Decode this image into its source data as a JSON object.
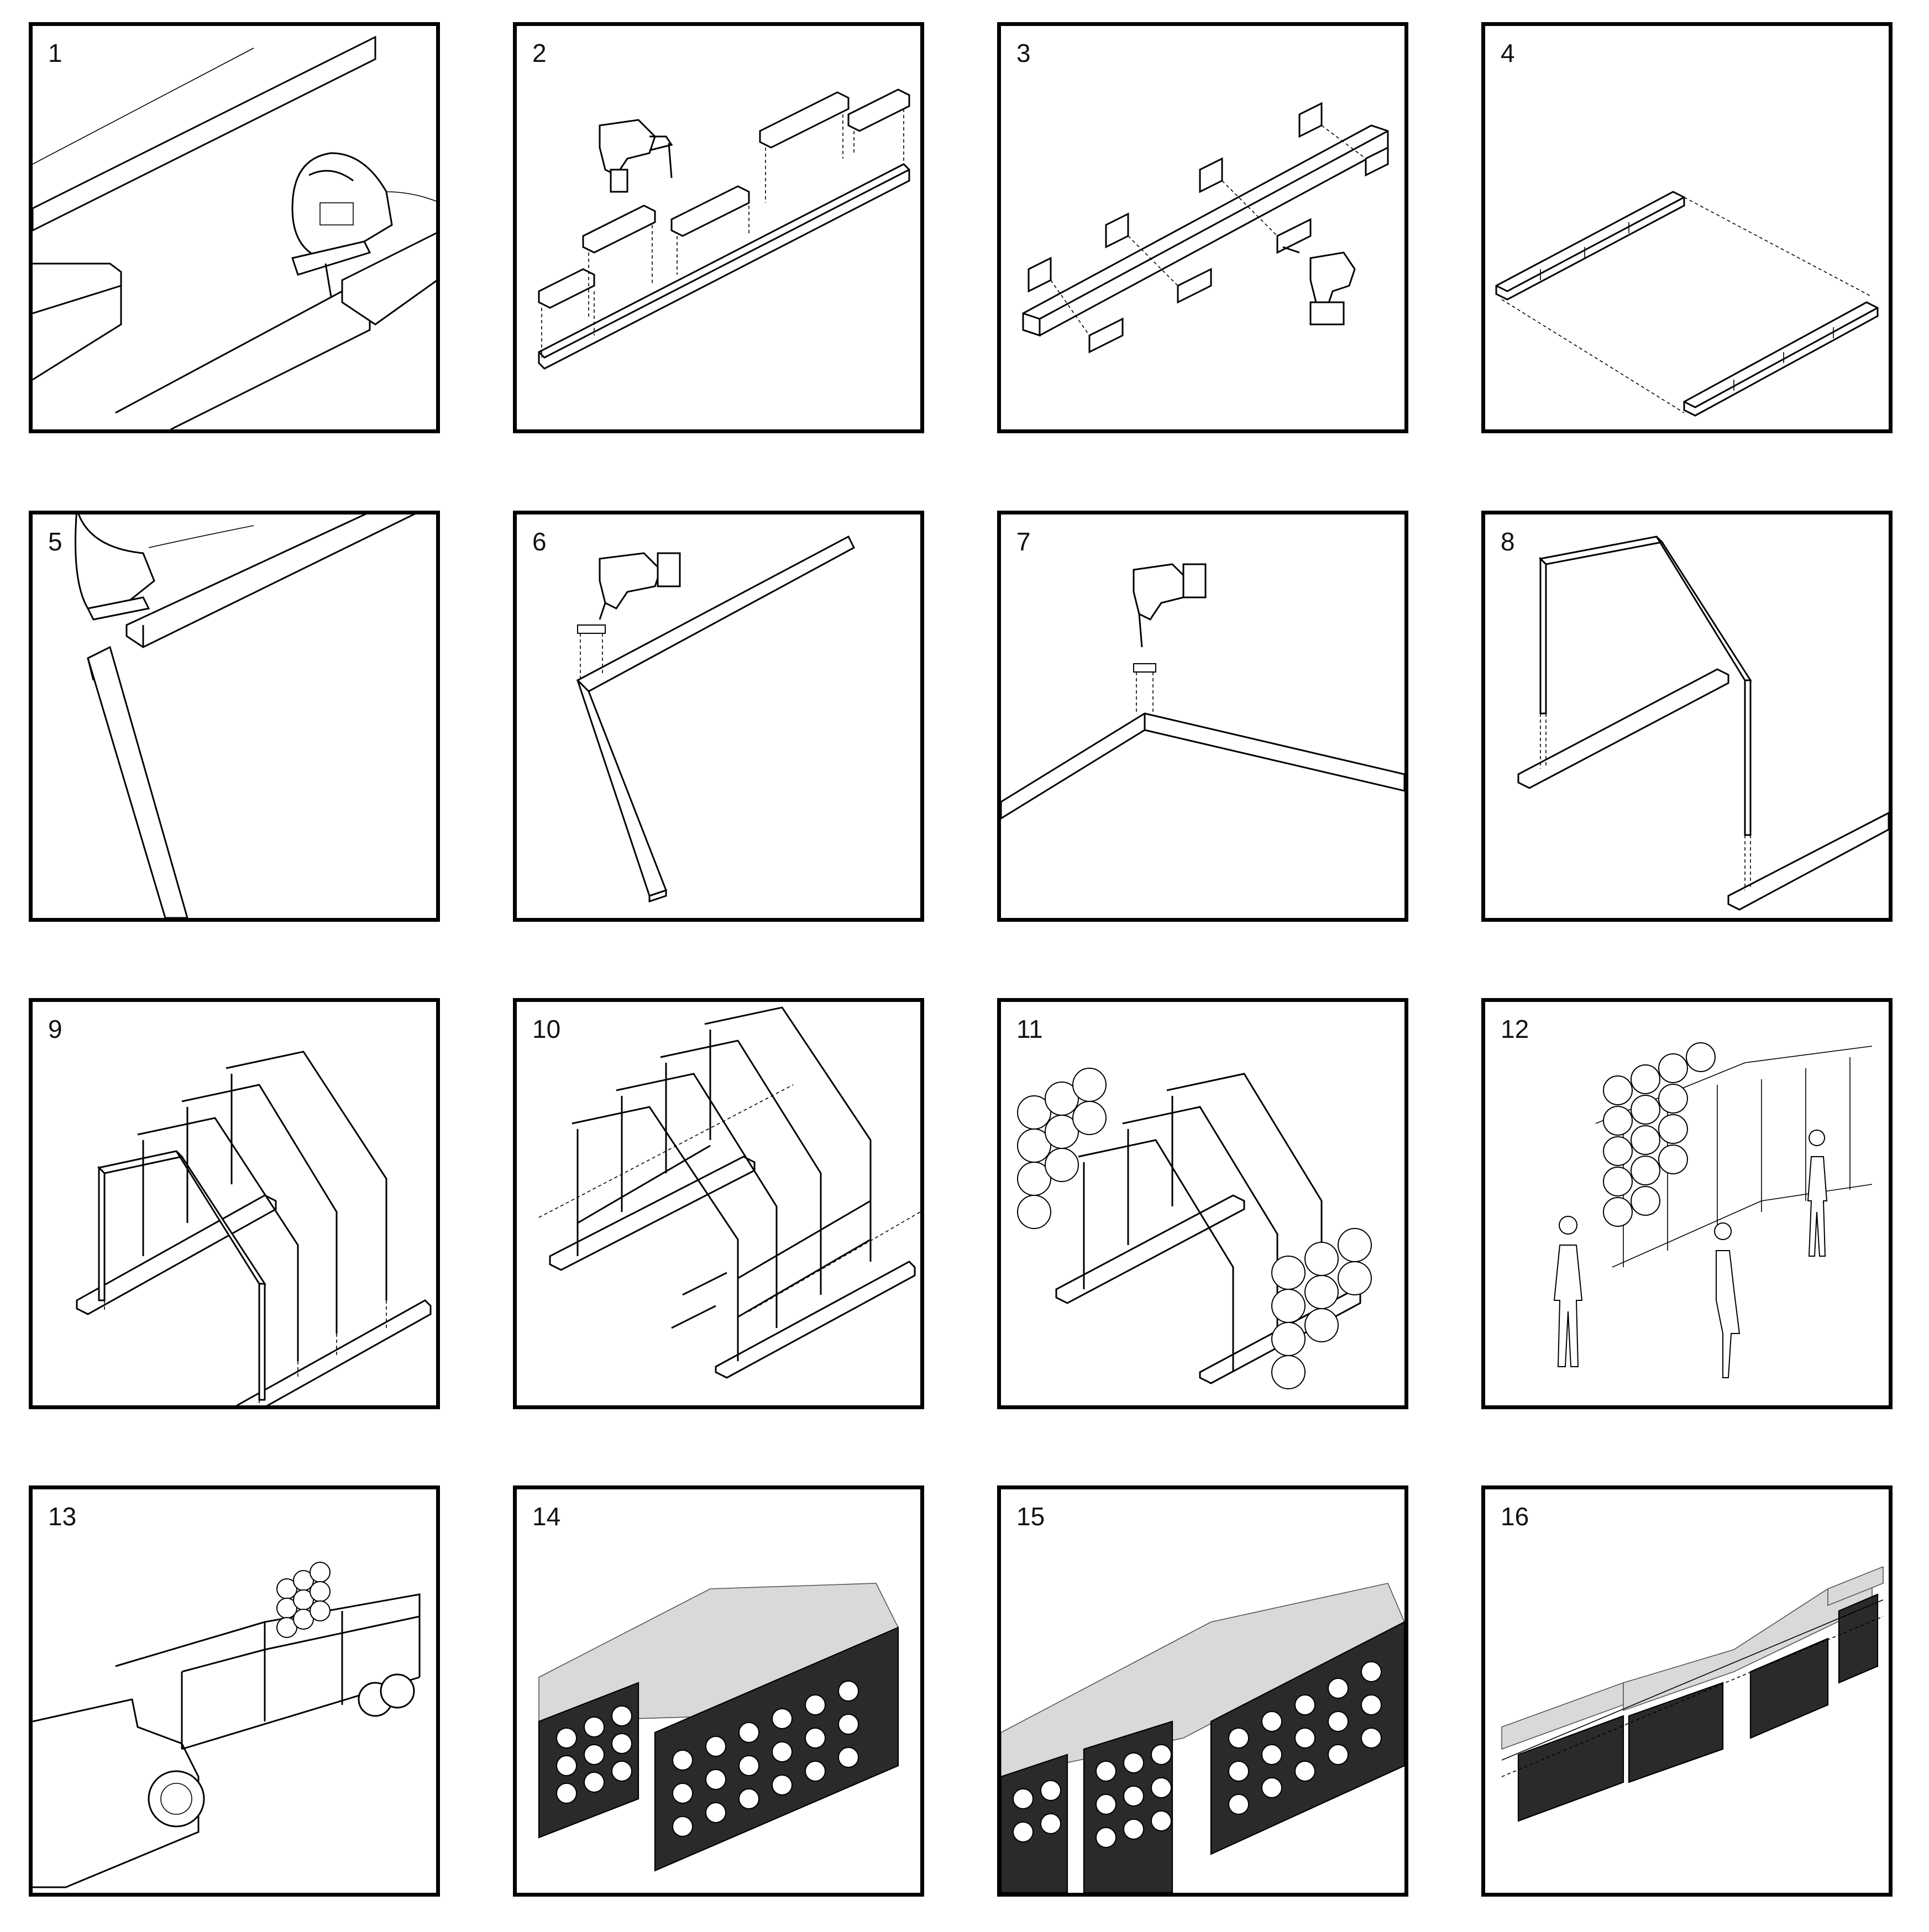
{
  "panels": [
    {
      "label": "1",
      "scene": "jigsaw-cutting-boards"
    },
    {
      "label": "2",
      "scene": "drill-blocks-onto-beam"
    },
    {
      "label": "3",
      "scene": "drill-plates-onto-base"
    },
    {
      "label": "4",
      "scene": "two-base-rails"
    },
    {
      "label": "5",
      "scene": "jigsaw-miter-cut"
    },
    {
      "label": "6",
      "scene": "drill-corner-joint"
    },
    {
      "label": "7",
      "scene": "drill-ridge-joint"
    },
    {
      "label": "8",
      "scene": "frame-on-base"
    },
    {
      "label": "9",
      "scene": "four-frames-on-base"
    },
    {
      "label": "10",
      "scene": "frames-with-rails"
    },
    {
      "label": "11",
      "scene": "frames-with-pods"
    },
    {
      "label": "12",
      "scene": "module-with-people"
    },
    {
      "label": "13",
      "scene": "truck-and-trailer"
    },
    {
      "label": "14",
      "scene": "pod-vault"
    },
    {
      "label": "15",
      "scene": "pod-vault-opening"
    },
    {
      "label": "16",
      "scene": "pod-vault-series"
    }
  ]
}
